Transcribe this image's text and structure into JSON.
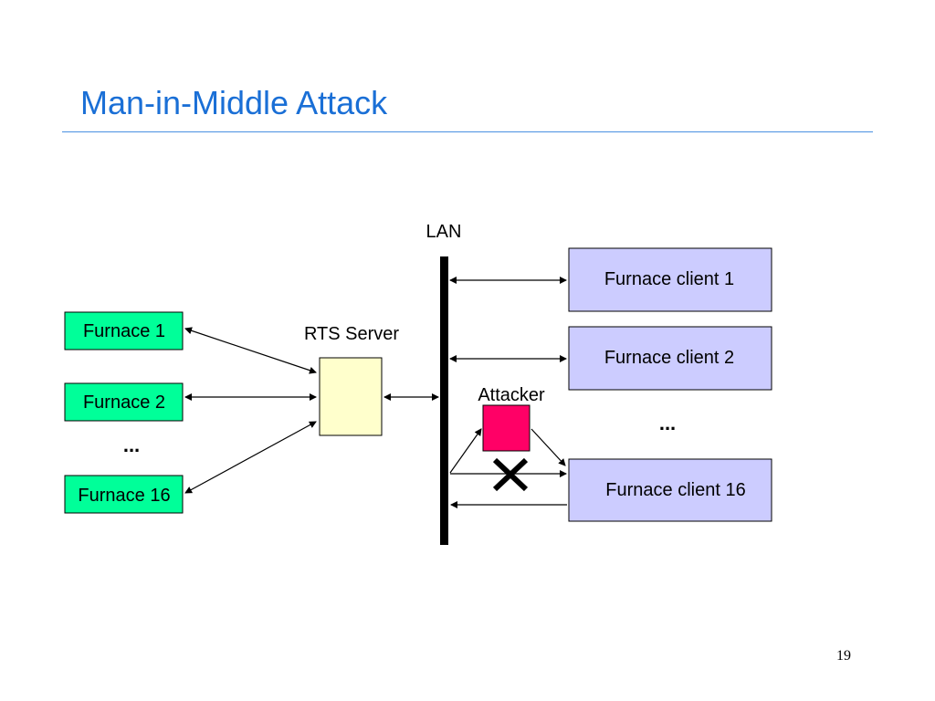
{
  "slide": {
    "title": "Man-in-Middle Attack",
    "page_number": "19"
  },
  "diagram": {
    "lan_label": "LAN",
    "server_label": "RTS Server",
    "attacker_label": "Attacker",
    "furnaces": [
      "Furnace 1",
      "Furnace 2",
      "Furnace 16"
    ],
    "furnace_ellipsis": "...",
    "clients": [
      "Furnace client 1",
      "Furnace client 2",
      "Furnace client 16"
    ],
    "client_ellipsis": "...",
    "colors": {
      "furnace_fill": "#00ff99",
      "server_fill": "#ffffcc",
      "client_fill": "#ccccff",
      "attacker_fill": "#ff0066",
      "title": "#1a6fd6"
    }
  }
}
